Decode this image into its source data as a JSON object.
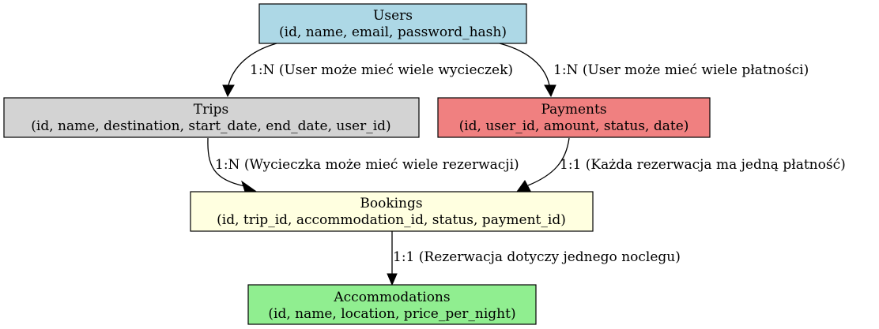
{
  "nodes": {
    "users": {
      "title": "Users",
      "fields": "(id, name, email, password_hash)",
      "color": "#add8e6"
    },
    "trips": {
      "title": "Trips",
      "fields": "(id, name, destination, start_date, end_date, user_id)",
      "color": "#d3d3d3"
    },
    "payments": {
      "title": "Payments",
      "fields": "(id, user_id, amount, status, date)",
      "color": "#f08080"
    },
    "bookings": {
      "title": "Bookings",
      "fields": "(id, trip_id, accommodation_id, status, payment_id)",
      "color": "#ffffe0"
    },
    "accommodations": {
      "title": "Accommodations",
      "fields": "(id, name, location, price_per_night)",
      "color": "#90ee90"
    }
  },
  "edges": {
    "users_trips": "1:N (User może mieć wiele wycieczek)",
    "users_payments": "1:N (User może mieć wiele płatności)",
    "trips_bookings": "1:N (Wycieczka może mieć wiele rezerwacji)",
    "payments_bookings": "1:1 (Każda rezerwacja ma jedną płatność)",
    "bookings_accommodations": "1:1 (Rezerwacja dotyczy jednego noclegu)"
  }
}
